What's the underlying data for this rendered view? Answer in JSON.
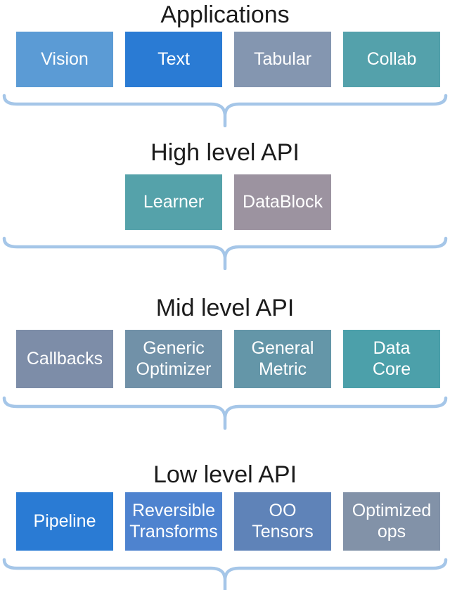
{
  "colors": {
    "brace": "#A5C6E8",
    "title_text": "#1b1b1b",
    "box_text": "#ffffff"
  },
  "sections": [
    {
      "title": "Applications",
      "boxes": [
        {
          "label": "Vision",
          "color": "#5B9BD5"
        },
        {
          "label": "Text",
          "color": "#2A7BD4"
        },
        {
          "label": "Tabular",
          "color": "#8496B0"
        },
        {
          "label": "Collab",
          "color": "#54A1AB"
        }
      ]
    },
    {
      "title": "High level API",
      "boxes": [
        {
          "label": "Learner",
          "color": "#55A2AA"
        },
        {
          "label": "DataBlock",
          "color": "#9C93A0"
        }
      ]
    },
    {
      "title": "Mid level API",
      "boxes": [
        {
          "label": "Callbacks",
          "color": "#7D8DA8"
        },
        {
          "label": "Generic\nOptimizer",
          "color": "#7191A8"
        },
        {
          "label": "General\nMetric",
          "color": "#6496A8"
        },
        {
          "label": "Data\nCore",
          "color": "#4CA0AA"
        }
      ]
    },
    {
      "title": "Low level API",
      "boxes": [
        {
          "label": "Pipeline",
          "color": "#2A7BD4"
        },
        {
          "label": "Reversible\nTransforms",
          "color": "#4E83CF"
        },
        {
          "label": "OO\nTensors",
          "color": "#5F83B8"
        },
        {
          "label": "Optimized\nops",
          "color": "#8292A8"
        }
      ]
    }
  ]
}
